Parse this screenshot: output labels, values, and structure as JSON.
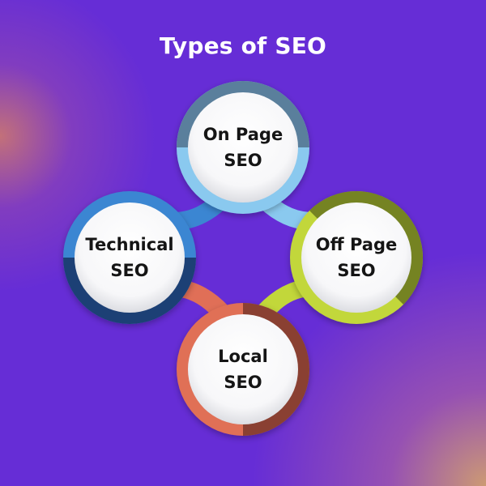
{
  "title": "Types of SEO",
  "nodes": [
    {
      "line1": "On Page",
      "line2": "SEO",
      "color": "#8ac9ef",
      "ring_dark": "#5a7f9c"
    },
    {
      "line1": "Technical",
      "line2": "SEO",
      "color": "#3b86d2",
      "ring_dark": "#1e3f74"
    },
    {
      "line1": "Off Page",
      "line2": "SEO",
      "color": "#c2d73a",
      "ring_dark": "#6d7a20"
    },
    {
      "line1": "Local",
      "line2": "SEO",
      "color": "#e06f57",
      "ring_dark": "#7a3a2c"
    }
  ],
  "background": "#662dd6"
}
